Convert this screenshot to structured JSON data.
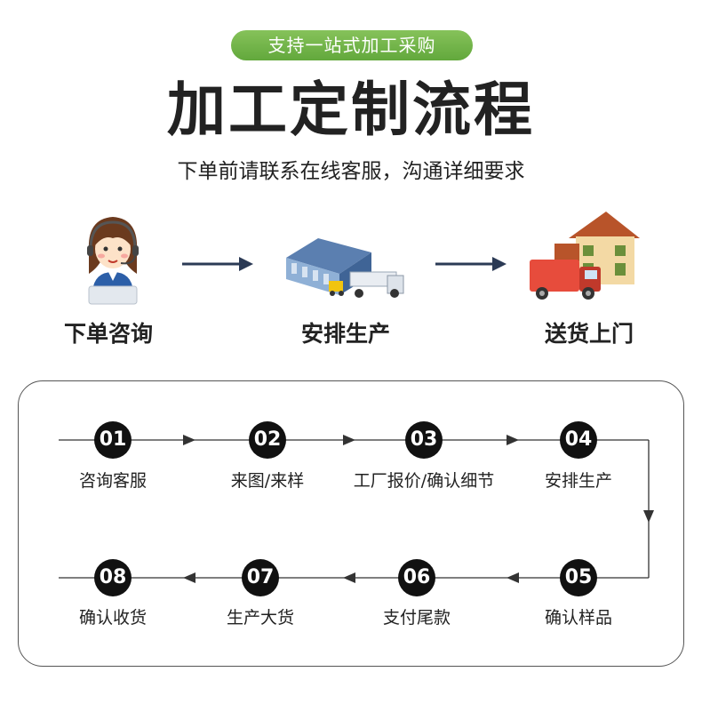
{
  "header": {
    "pill": "支持一站式加工采购",
    "title": "加工定制流程",
    "subtitle": "下单前请联系在线客服，沟通详细要求"
  },
  "stages": [
    {
      "label": "下单咨询",
      "icon": "customer-service-icon"
    },
    {
      "label": "安排生产",
      "icon": "factory-icon"
    },
    {
      "label": "送货上门",
      "icon": "delivery-house-icon"
    }
  ],
  "steps": [
    {
      "num": "01",
      "label": "咨询客服"
    },
    {
      "num": "02",
      "label": "来图/来样"
    },
    {
      "num": "03",
      "label": "工厂报价/确认细节"
    },
    {
      "num": "04",
      "label": "安排生产"
    },
    {
      "num": "05",
      "label": "确认样品"
    },
    {
      "num": "06",
      "label": "支付尾款"
    },
    {
      "num": "07",
      "label": "生产大货"
    },
    {
      "num": "08",
      "label": "确认收货"
    }
  ],
  "colors": {
    "accent": "#6cb144",
    "circle": "#111111",
    "arrow": "#2b3a55"
  }
}
